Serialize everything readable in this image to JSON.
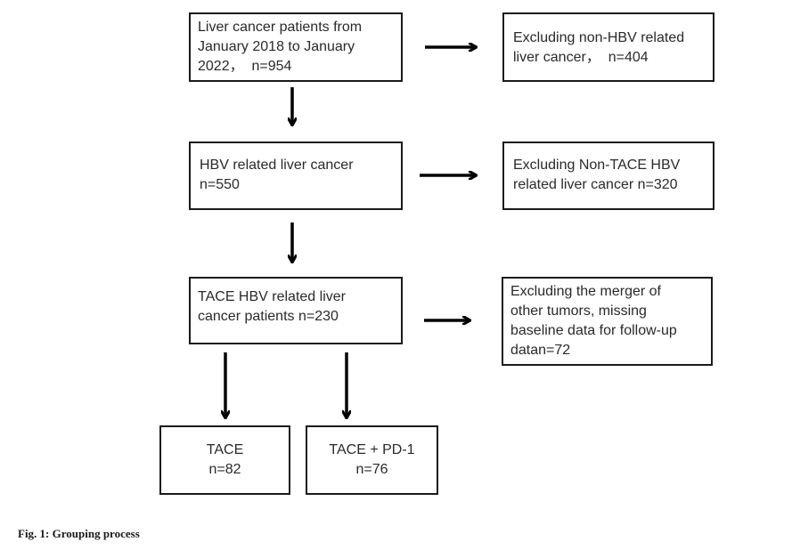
{
  "flowchart": {
    "patients": {
      "lines": [
        "Liver cancer patients from",
        "January 2018 to January",
        "2022，  n=954"
      ]
    },
    "excluded_non_hbv": {
      "lines": [
        "Excluding non-HBV related",
        "liver cancer，  n=404"
      ]
    },
    "hbv_related": {
      "lines": [
        "HBV related liver cancer",
        "n=550"
      ]
    },
    "excluded_non_tace": {
      "lines": [
        "Excluding Non-TACE HBV",
        "related liver cancer n=320"
      ]
    },
    "tace_hbv": {
      "lines": [
        "TACE HBV related liver",
        "cancer patients n=230"
      ]
    },
    "excluded_merger": {
      "lines": [
        "Excluding the merger of",
        "other tumors, missing",
        "baseline data for follow-up",
        "datan=72"
      ]
    },
    "group_tace": {
      "lines": [
        "TACE",
        "n=82"
      ]
    },
    "group_tace_pd1": {
      "lines": [
        "TACE + PD-1",
        "n=76"
      ]
    }
  },
  "caption": "Fig. 1: Grouping process",
  "colors": {
    "border": "#1a1a1a",
    "text": "#2a2a2a",
    "arrow": "#000000",
    "background": "#ffffff"
  }
}
